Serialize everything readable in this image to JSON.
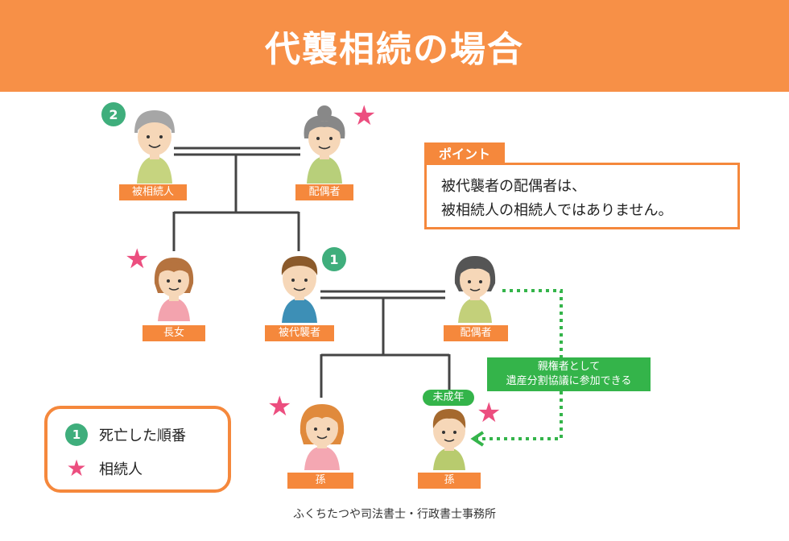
{
  "title": "代襲相続の場合",
  "people": {
    "grandfather": {
      "label": "被相続人",
      "badge": "2"
    },
    "grandmother": {
      "label": "配偶者"
    },
    "daughter": {
      "label": "長女"
    },
    "son": {
      "label": "被代襲者",
      "badge": "1"
    },
    "son_spouse": {
      "label": "配偶者"
    },
    "grandchild1": {
      "label": "孫"
    },
    "grandchild2": {
      "label": "孫",
      "tag": "未成年"
    }
  },
  "point": {
    "tab": "ポイント",
    "line1": "被代襲者の配偶者は、",
    "line2": "被相続人の相続人ではありません。"
  },
  "note": {
    "line1": "親権者として",
    "line2": "遺産分割協議に参加できる"
  },
  "legend": {
    "badge": "1",
    "death_order": "死亡した順番",
    "heir": "相続人"
  },
  "footer": "ふくちたつや司法書士・行政書士事務所",
  "colors": {
    "banner": "#f79047",
    "label": "#f5883c",
    "badge": "#3fae7c",
    "star": "#ec4e7f",
    "note": "#34b44a"
  }
}
